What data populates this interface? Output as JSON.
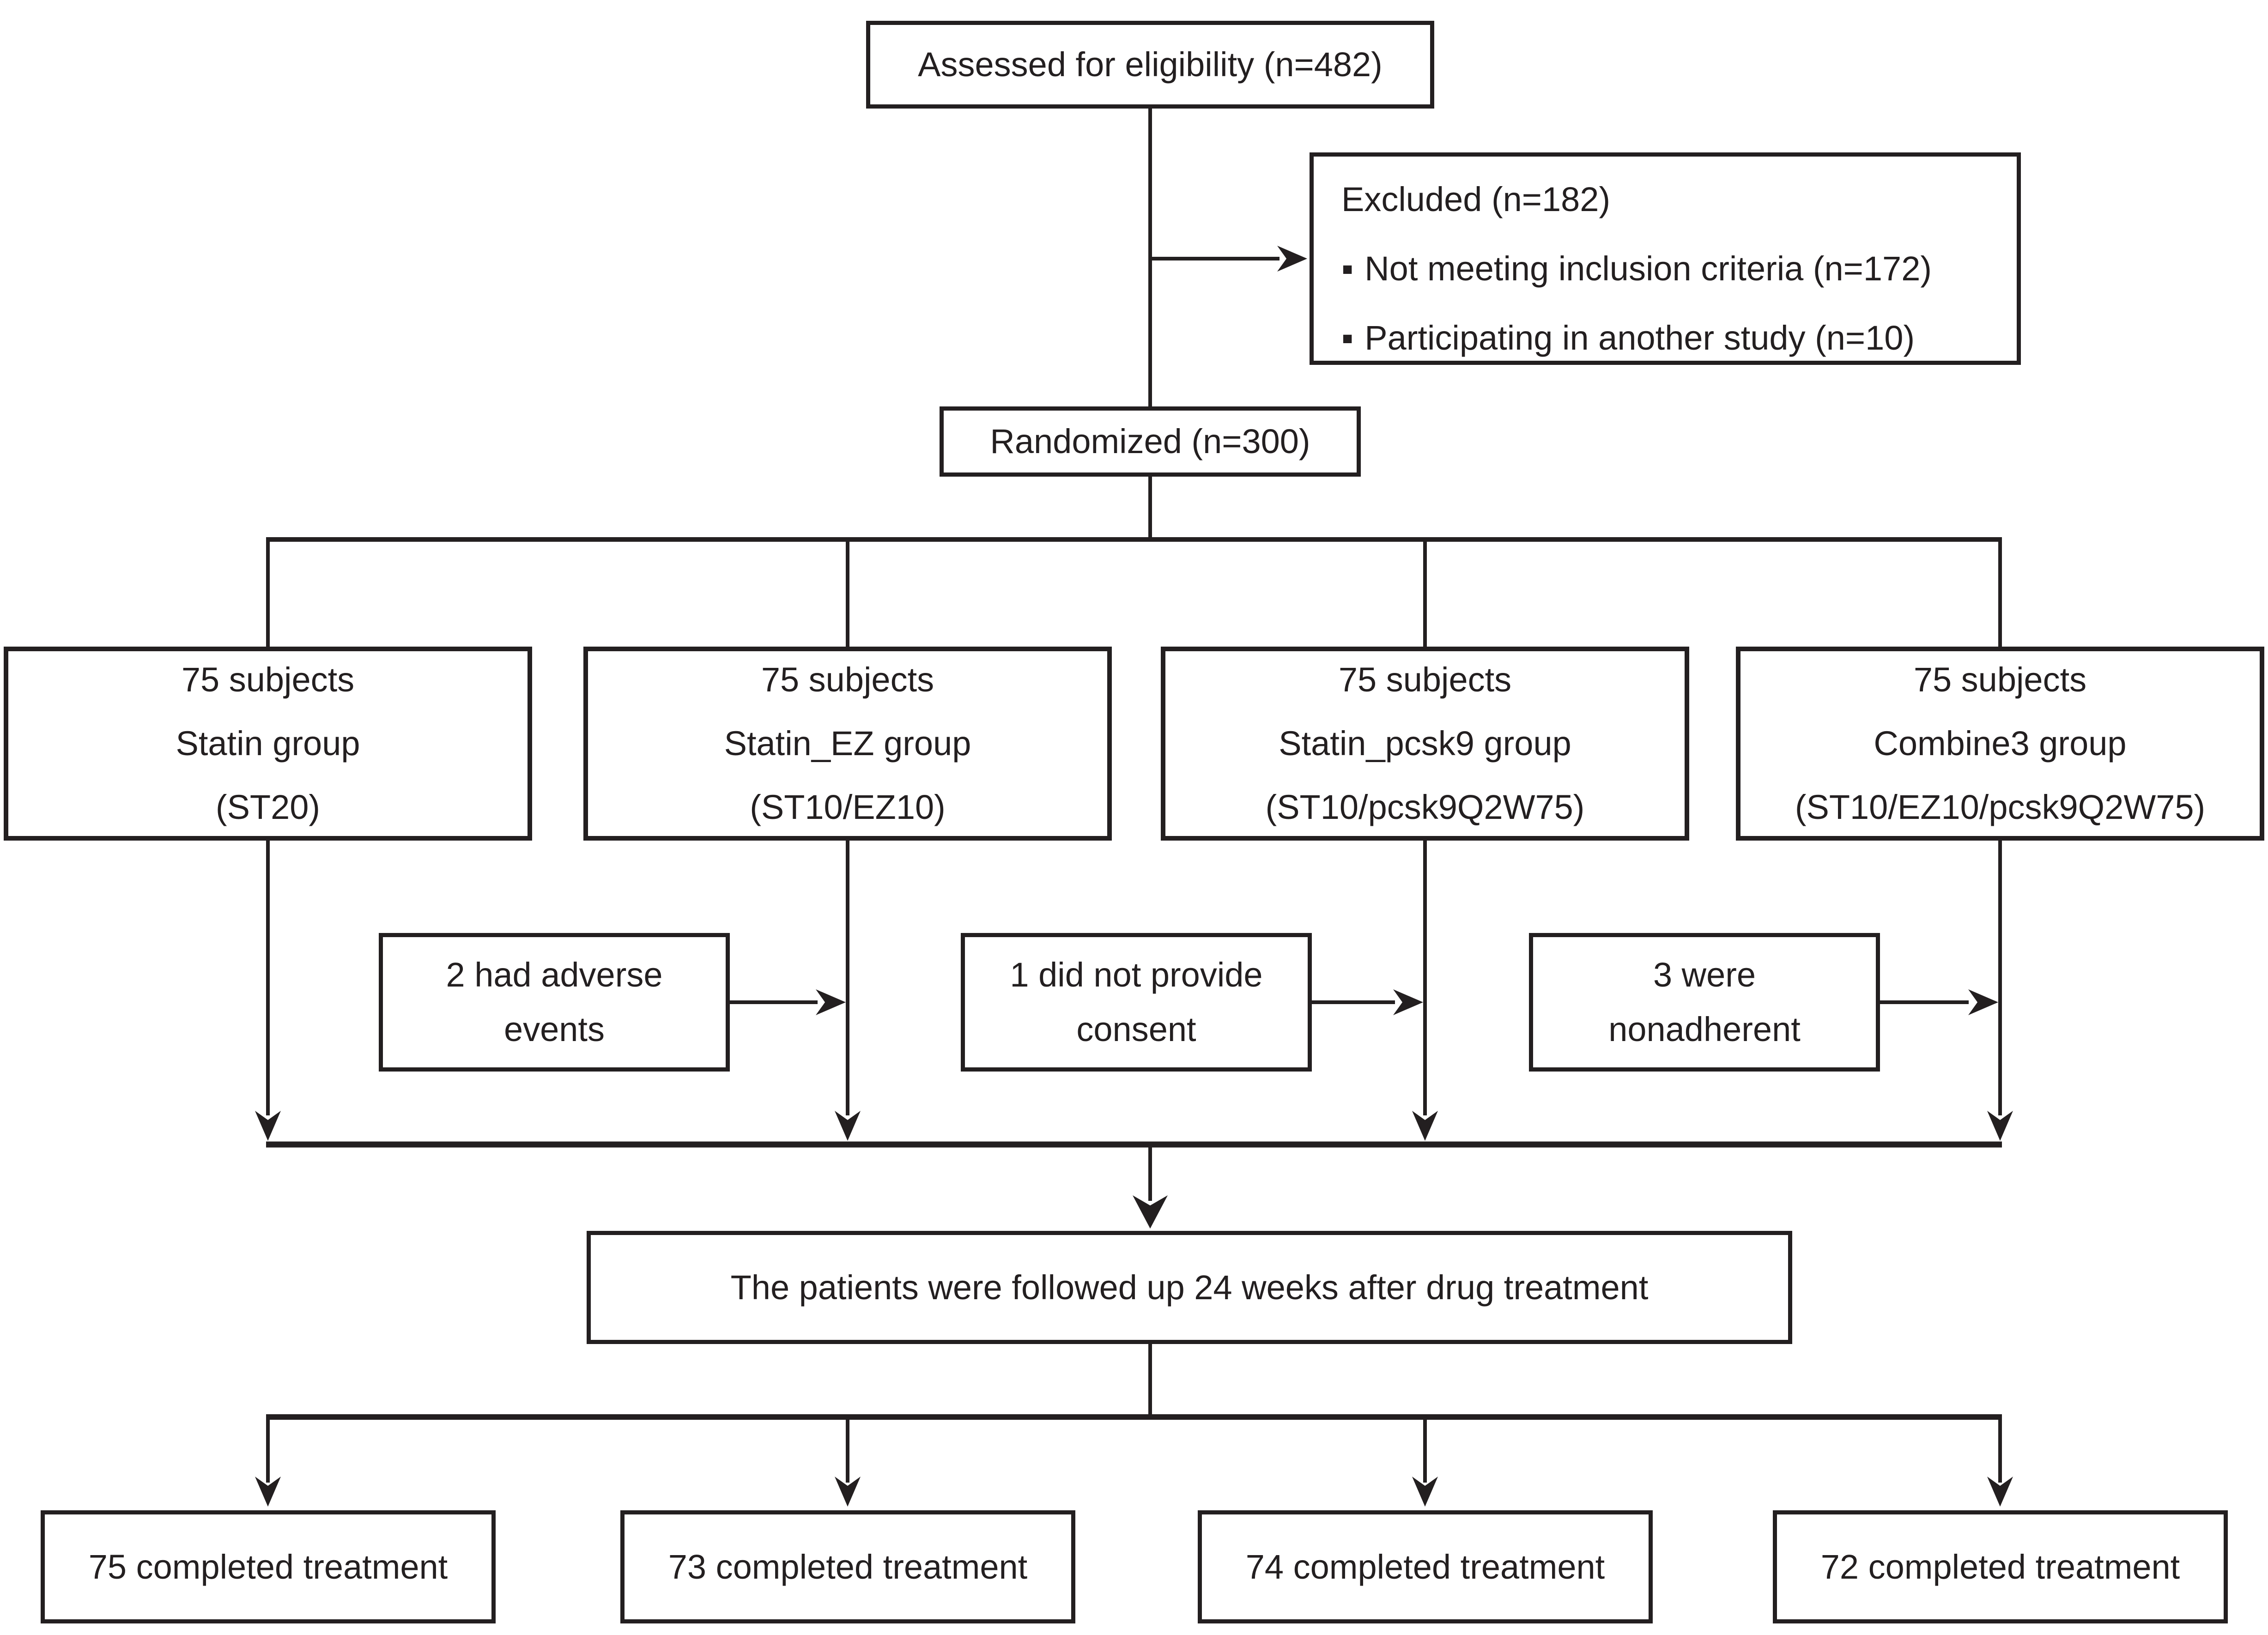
{
  "diagram": {
    "assessed": {
      "text": "Assessed for eligibility (n=482)"
    },
    "excluded": {
      "title": "Excluded (n=182)",
      "bullet": "▪",
      "items": [
        "Not meeting inclusion criteria (n=172)",
        "Participating in another study (n=10)"
      ]
    },
    "randomized": {
      "text": "Randomized (n=300)"
    },
    "groups": [
      {
        "text": "75 subjects\nStatin group\n(ST20)"
      },
      {
        "text": "75 subjects\nStatin_EZ group\n(ST10/EZ10)"
      },
      {
        "text": "75 subjects\nStatin_pcsk9 group\n(ST10/pcsk9Q2W75)"
      },
      {
        "text": "75 subjects\nCombine3 group\n(ST10/EZ10/pcsk9Q2W75)"
      }
    ],
    "dropouts": [
      {
        "text": "2 had adverse\nevents"
      },
      {
        "text": "1 did not provide\nconsent"
      },
      {
        "text": "3 were\nnonadherent"
      }
    ],
    "followup": {
      "text": "The patients were followed up 24 weeks after drug treatment"
    },
    "completed": [
      {
        "text": "75 completed treatment"
      },
      {
        "text": "73 completed treatment"
      },
      {
        "text": "74 completed treatment"
      },
      {
        "text": "72 completed treatment"
      }
    ]
  },
  "colors": {
    "ink": "#231f20",
    "background": "#ffffff"
  }
}
